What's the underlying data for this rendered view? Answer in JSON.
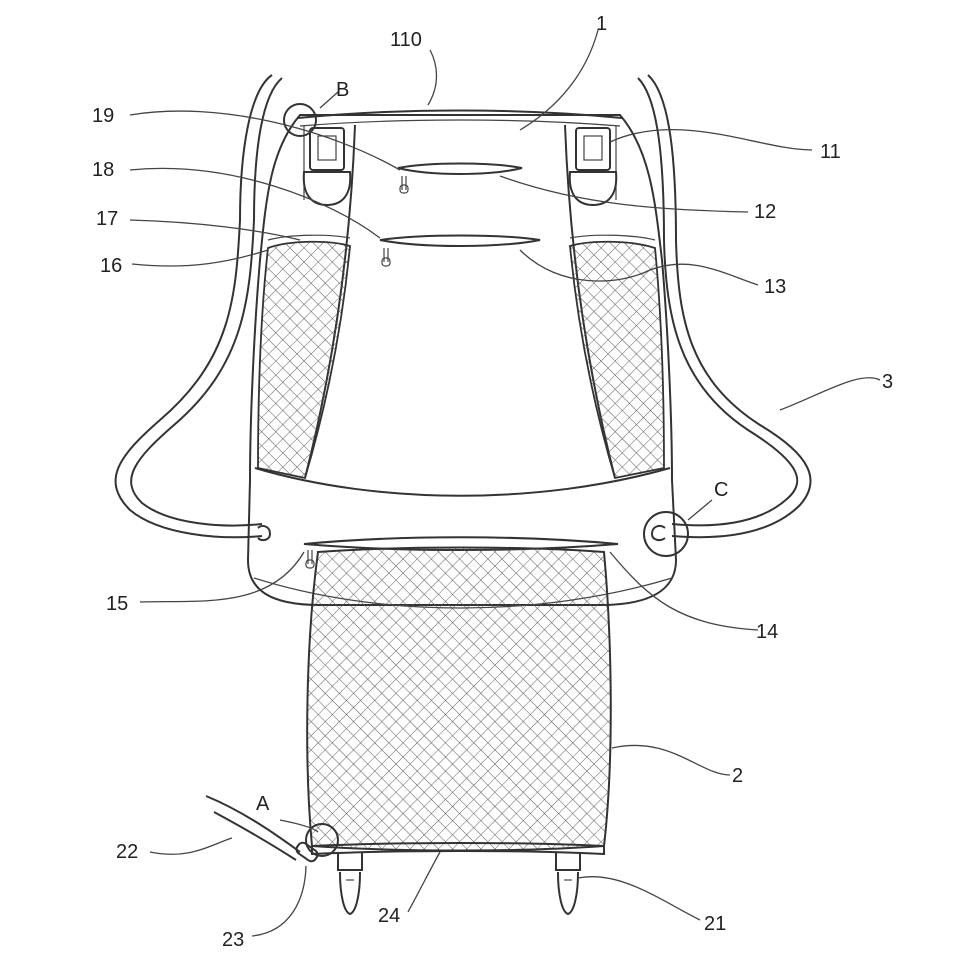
{
  "colors": {
    "line": "#333333",
    "mesh": "#555555",
    "background": "#ffffff"
  },
  "labels": {
    "l110": "110",
    "l1": "1",
    "lB": "B",
    "l19": "19",
    "l11": "11",
    "l18": "18",
    "l12": "12",
    "l17": "17",
    "l16": "16",
    "l13": "13",
    "l3": "3",
    "lC": "C",
    "l15": "15",
    "l14": "14",
    "l2": "2",
    "lA": "A",
    "l22": "22",
    "l23": "23",
    "l24": "24",
    "l21": "21"
  }
}
